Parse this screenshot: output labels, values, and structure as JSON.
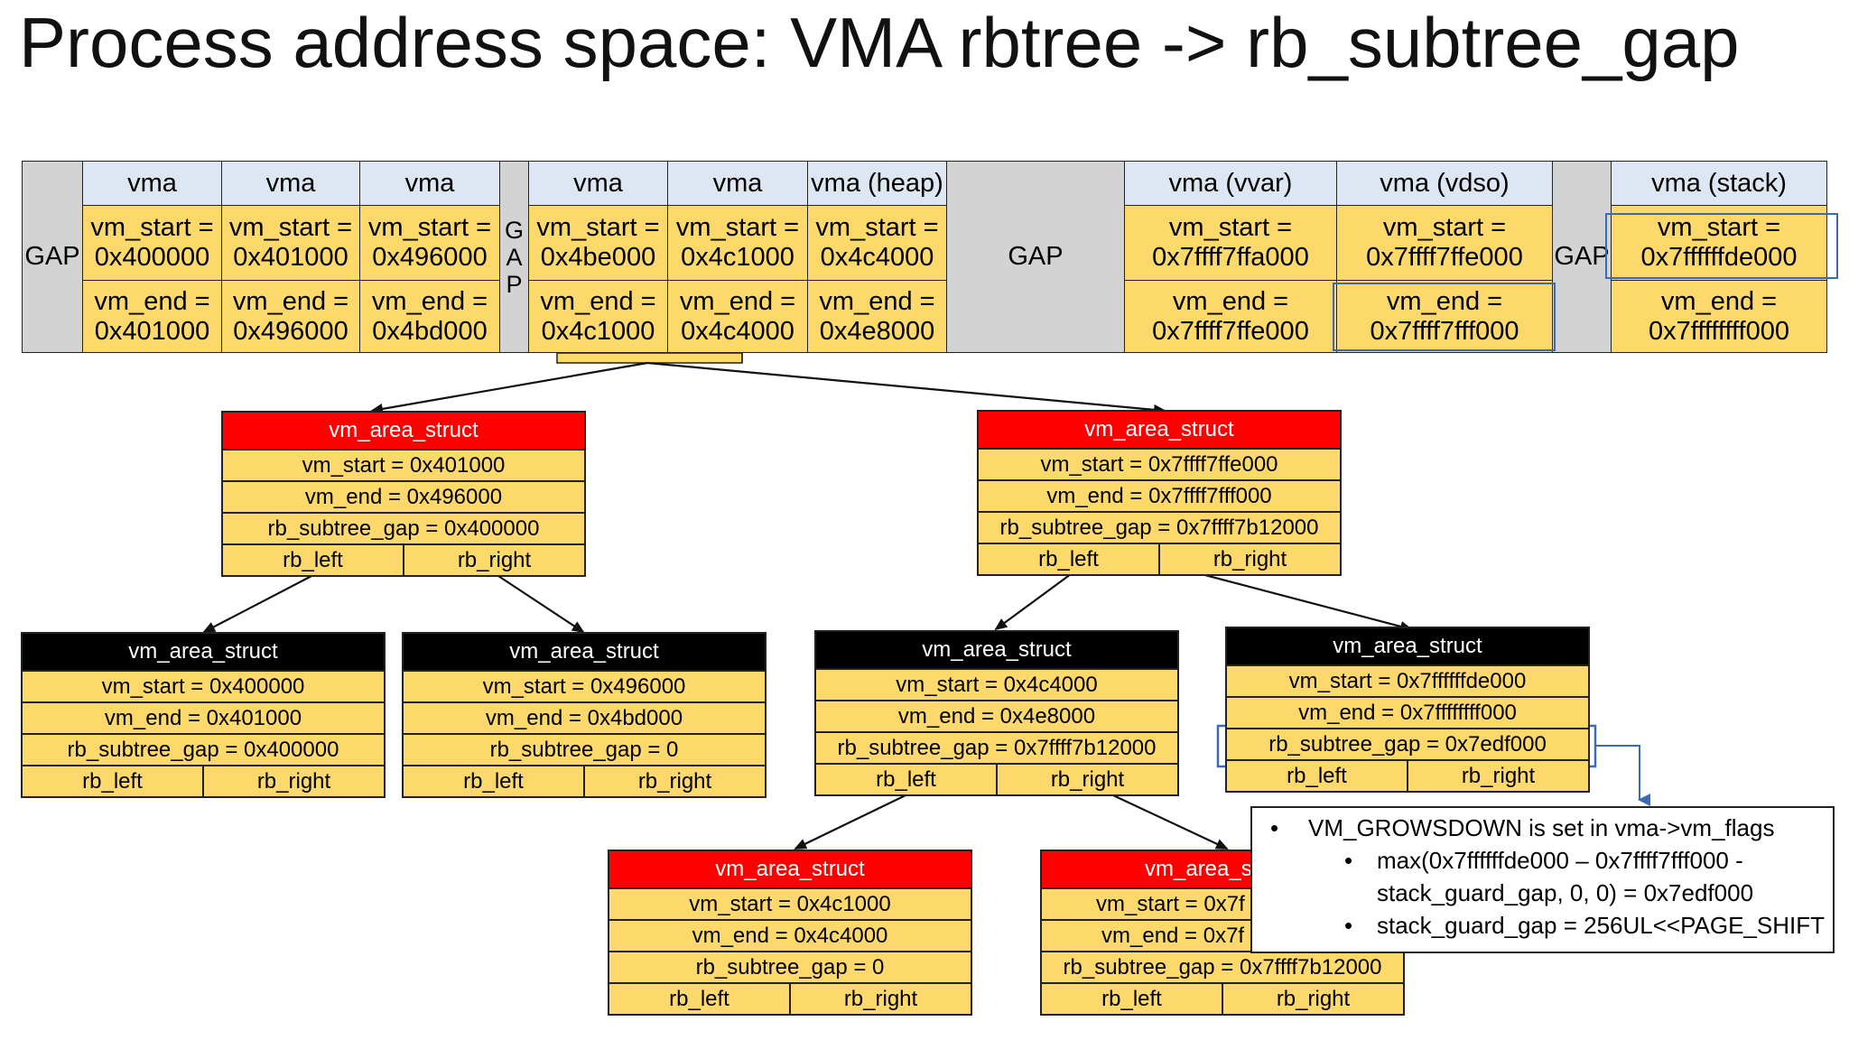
{
  "title": "Process address space: VMA rbtree -> rb_subtree_gap",
  "strip": {
    "gap_label": "GAP",
    "narrow_gap_letters": [
      "G",
      "A",
      "P"
    ],
    "vmas": [
      {
        "header": "vma",
        "vm_start": [
          "vm_start =",
          "0x400000"
        ],
        "vm_end": [
          "vm_end =",
          "0x401000"
        ]
      },
      {
        "header": "vma",
        "vm_start": [
          "vm_start =",
          "0x401000"
        ],
        "vm_end": [
          "vm_end =",
          "0x496000"
        ]
      },
      {
        "header": "vma",
        "vm_start": [
          "vm_start =",
          "0x496000"
        ],
        "vm_end": [
          "vm_end =",
          "0x4bd000"
        ]
      },
      {
        "header": "vma",
        "vm_start": [
          "vm_start =",
          "0x4be000"
        ],
        "vm_end": [
          "vm_end =",
          "0x4c1000"
        ]
      },
      {
        "header": "vma",
        "vm_start": [
          "vm_start =",
          "0x4c1000"
        ],
        "vm_end": [
          "vm_end =",
          "0x4c4000"
        ]
      },
      {
        "header": "vma (heap)",
        "vm_start": [
          "vm_start =",
          "0x4c4000"
        ],
        "vm_end": [
          "vm_end =",
          "0x4e8000"
        ]
      },
      {
        "header": "vma (vvar)",
        "vm_start": [
          "vm_start =",
          "0x7ffff7ffa000"
        ],
        "vm_end": [
          "vm_end =",
          "0x7ffff7ffe000"
        ]
      },
      {
        "header": "vma (vdso)",
        "vm_start": [
          "vm_start =",
          "0x7ffff7ffe000"
        ],
        "vm_end": [
          "vm_end =",
          "0x7ffff7fff000"
        ]
      },
      {
        "header": "vma (stack)",
        "vm_start": [
          "vm_start =",
          "0x7ffffffde000"
        ],
        "vm_end": [
          "vm_end =",
          "0x7ffffffff000"
        ]
      }
    ]
  },
  "nodes": {
    "root_left": {
      "title": "vm_area_struct",
      "color": "#ff0000",
      "rows": [
        "vm_start = 0x401000",
        "vm_end = 0x496000",
        "rb_subtree_gap = 0x400000"
      ],
      "left": "rb_left",
      "right": "rb_right"
    },
    "root_right": {
      "title": "vm_area_struct",
      "color": "#ff0000",
      "rows": [
        "vm_start = 0x7ffff7ffe000",
        "vm_end = 0x7ffff7fff000",
        "rb_subtree_gap = 0x7ffff7b12000"
      ],
      "left": "rb_left",
      "right": "rb_right"
    },
    "leaf_a": {
      "title": "vm_area_struct",
      "color": "#000000",
      "rows": [
        "vm_start = 0x400000",
        "vm_end = 0x401000",
        "rb_subtree_gap = 0x400000"
      ],
      "left": "rb_left",
      "right": "rb_right"
    },
    "leaf_b": {
      "title": "vm_area_struct",
      "color": "#000000",
      "rows": [
        "vm_start = 0x496000",
        "vm_end = 0x4bd000",
        "rb_subtree_gap = 0"
      ],
      "left": "rb_left",
      "right": "rb_right"
    },
    "mid_c": {
      "title": "vm_area_struct",
      "color": "#000000",
      "rows": [
        "vm_start = 0x4c4000",
        "vm_end = 0x4e8000",
        "rb_subtree_gap = 0x7ffff7b12000"
      ],
      "left": "rb_left",
      "right": "rb_right"
    },
    "mid_d": {
      "title": "vm_area_struct",
      "color": "#000000",
      "rows": [
        "vm_start = 0x7ffffffde000",
        "vm_end = 0x7ffffffff000",
        "rb_subtree_gap = 0x7edf000"
      ],
      "left": "rb_left",
      "right": "rb_right"
    },
    "low_e": {
      "title": "vm_area_struct",
      "color": "#ff0000",
      "rows": [
        "vm_start = 0x4c1000",
        "vm_end = 0x4c4000",
        "rb_subtree_gap = 0"
      ],
      "left": "rb_left",
      "right": "rb_right"
    },
    "low_f": {
      "title": "vm_area_s",
      "color": "#ff0000",
      "rows": [
        "vm_start = 0x7f",
        "vm_end = 0x7f",
        "rb_subtree_gap = 0x7ffff7b12000"
      ],
      "left": "rb_left",
      "right": "rb_right"
    }
  },
  "note": {
    "bullet1": "VM_GROWSDOWN is set in vma->vm_flags",
    "bullet2a": "max(0x7ffffffde000 – 0x7ffff7fff000 -",
    "bullet2b": "stack_guard_gap, 0, 0) = 0x7edf000",
    "bullet3": "stack_guard_gap = 256UL<<PAGE_SHIFT"
  },
  "colors": {
    "header_blue": "#dde7f3",
    "value_yellow": "#fdd96c",
    "gap_gray": "#d3d3d3",
    "node_red": "#ff0000",
    "node_black": "#000000",
    "highlight": "#3d6bb3"
  }
}
